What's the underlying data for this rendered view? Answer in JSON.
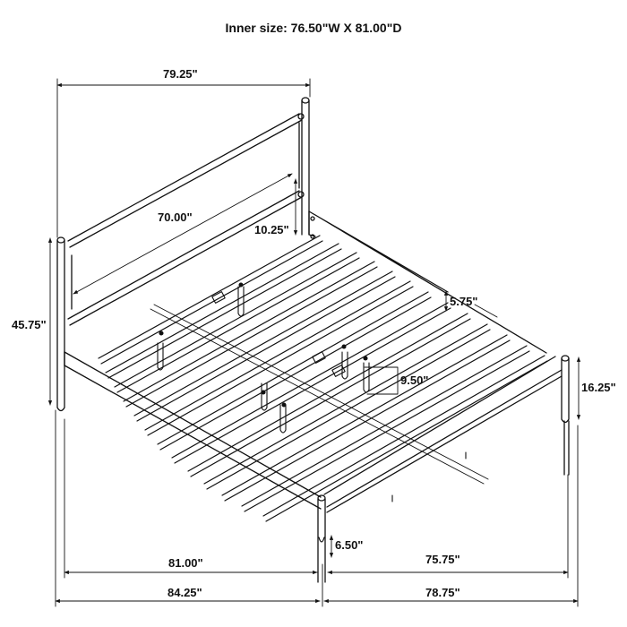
{
  "title": "Inner size: 76.50\"W X 81.00\"D",
  "inner_size": {
    "width": "76.50\"",
    "depth": "81.00\""
  },
  "dimensions": {
    "overall_width_top": "79.25\"",
    "headboard_panel_width": "70.00\"",
    "headboard_panel_height": "10.25\"",
    "headboard_height": "45.75\"",
    "side_rail_height": "5.75\"",
    "slat_support_leg": "9.50\"",
    "footboard_height": "16.25\"",
    "leg_clearance": "6.50\"",
    "inner_length": "81.00\"",
    "inner_width": "75.75\"",
    "overall_length": "84.25\"",
    "overall_width": "78.75\""
  },
  "colors": {
    "line": "#111111",
    "background": "#ffffff"
  }
}
